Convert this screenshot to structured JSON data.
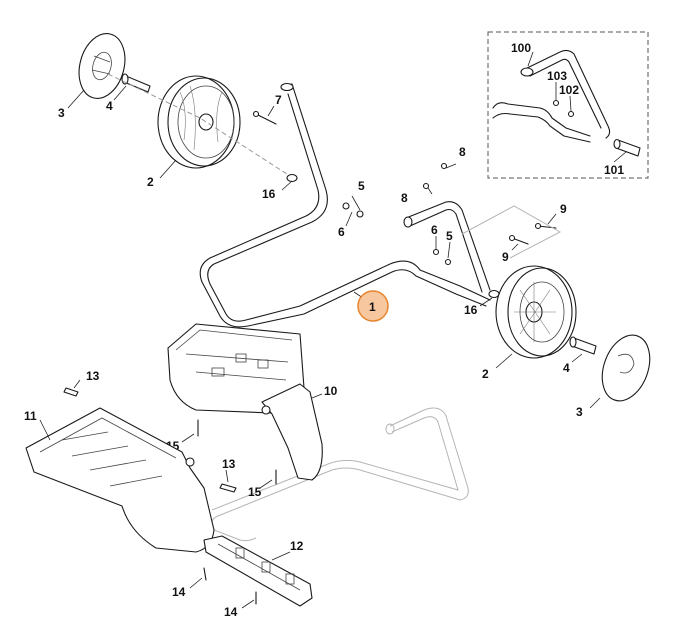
{
  "colors": {
    "line": "#1a1a1a",
    "highlight_stroke": "#e8842c",
    "highlight_fill": "#f7c7a0",
    "inset_border": "#555555",
    "ghost_line": "#9a9a9a"
  },
  "labels": {
    "p1": "1",
    "p2a": "2",
    "p2b": "2",
    "p3a": "3",
    "p3b": "3",
    "p4a": "4",
    "p4b": "4",
    "p5a": "5",
    "p5b": "5",
    "p6a": "6",
    "p6b": "6",
    "p7": "7",
    "p8a": "8",
    "p8b": "8",
    "p9a": "9",
    "p9b": "9",
    "p10": "10",
    "p11": "11",
    "p12": "12",
    "p13a": "13",
    "p13b": "13",
    "p14a": "14",
    "p14b": "14",
    "p15a": "15",
    "p15b": "15",
    "p16a": "16",
    "p16b": "16",
    "p100": "100",
    "p101": "101",
    "p102": "102",
    "p103": "103"
  },
  "highlighted_part": "1"
}
